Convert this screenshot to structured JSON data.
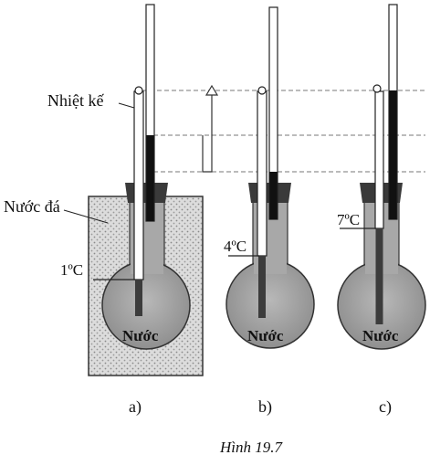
{
  "labels": {
    "thermometer": "Nhiệt kế",
    "ice_water": "Nước đá",
    "water": "Nước",
    "caption": "Hình 19.7"
  },
  "setups": [
    {
      "tag": "a)",
      "temperature": "1ºC"
    },
    {
      "tag": "b)",
      "temperature": "4ºC"
    },
    {
      "tag": "c)",
      "temperature": "7ºC"
    }
  ],
  "colors": {
    "beaker_fill": "#d8d8d8",
    "flask_fill": "#a8a8a8",
    "stopper": "#3a3a3a",
    "dark_column": "#111111",
    "outline": "#1a1a1a"
  }
}
